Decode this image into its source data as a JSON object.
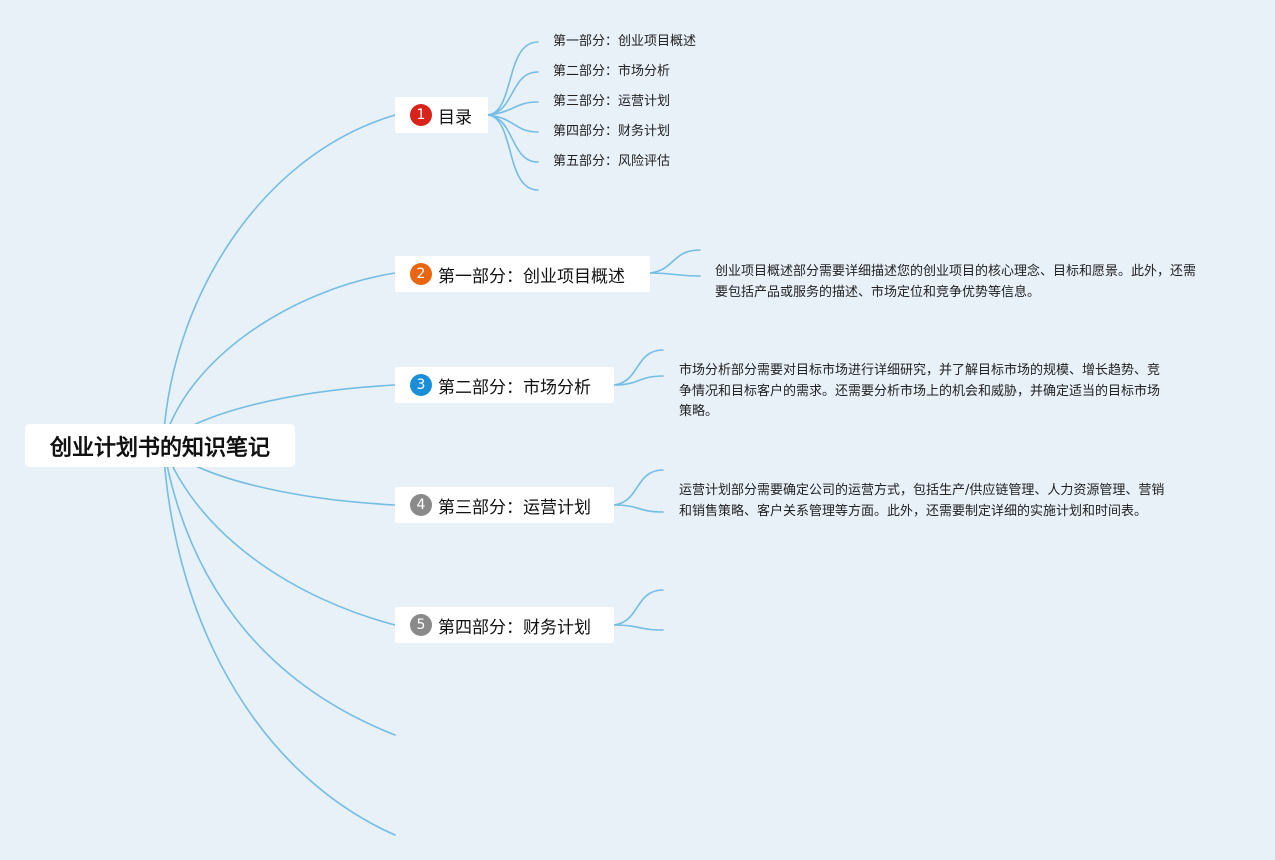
{
  "root": {
    "title": "创业计划书的知识笔记"
  },
  "branches": [
    {
      "index": "1",
      "label": "目录",
      "badge_color": "#d8231a",
      "children": [
        "第一部分：创业项目概述",
        "第二部分：市场分析",
        "第三部分：运营计划",
        "第四部分：财务计划",
        "第五部分：风险评估"
      ]
    },
    {
      "index": "2",
      "label": "第一部分：创业项目概述",
      "badge_color": "#e8660f",
      "description": "创业项目概述部分需要详细描述您的创业项目的核心理念、目标和愿景。此外，还需要包括产品或服务的描述、市场定位和竞争优势等信息。"
    },
    {
      "index": "3",
      "label": "第二部分：市场分析",
      "badge_color": "#1a8fd8",
      "description": "市场分析部分需要对目标市场进行详细研究，并了解目标市场的规模、增长趋势、竞争情况和目标客户的需求。还需要分析市场上的机会和威胁，并确定适当的目标市场策略。"
    },
    {
      "index": "4",
      "label": "第三部分：运营计划",
      "badge_color": "#8a8a8a",
      "description": "运营计划部分需要确定公司的运营方式，包括生产/供应链管理、人力资源管理、营销和销售策略、客户关系管理等方面。此外，还需要制定详细的实施计划和时间表。"
    },
    {
      "index": "5",
      "label": "第四部分：财务计划",
      "badge_color": "#8a8a8a"
    }
  ],
  "colors": {
    "background": "#e8f0f8",
    "connector": "#74bde3",
    "node_fill": "#ffffff"
  }
}
